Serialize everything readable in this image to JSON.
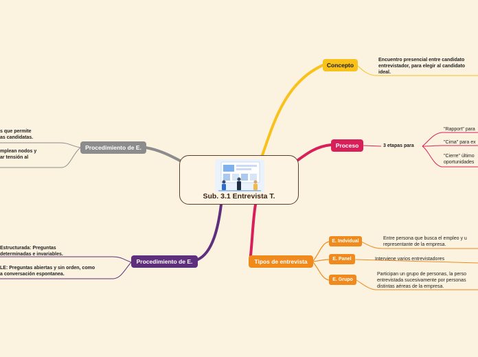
{
  "central": {
    "title": "Sub. 3.1 Entrevista T.",
    "illustration": "people-in-front-of-dashboard-illustration"
  },
  "concepto": {
    "label": "Concepto",
    "color": "#f8c21b",
    "text": [
      "Encuentro presencial entre candidato",
      "entrevistador, para elegir al candidato",
      "ideal."
    ]
  },
  "proceso": {
    "label": "Proceso",
    "color": "#d81f5a",
    "sublabel": "3 etapas para",
    "stages": [
      "\"Rapport\" para",
      "\"Cima\" para ex",
      "\"Cierre\" último",
      "oportunidades"
    ]
  },
  "tipos": {
    "label": "Tipos de entrevista",
    "color": "#f08a1c",
    "items": [
      {
        "label": "E. Indvidual",
        "text": [
          "Entre persona que busca el empleo y u",
          "representante de la empresa."
        ]
      },
      {
        "label": "E. Panel",
        "text": [
          "Interviene varios entrevistadores"
        ]
      },
      {
        "label": "E. Grupo",
        "text": [
          "Participan un grupo de personas, la perso",
          "entrevistada sucesivamente por personas",
          "distintas aéreas de la empresa."
        ]
      }
    ]
  },
  "proc_gray": {
    "label": "Procedimiento de E.",
    "color": "#8c8c8c",
    "texts": [
      [
        "s que permite",
        "as candidatas."
      ],
      [
        "mplean nodos y",
        "ar tensión al"
      ]
    ]
  },
  "proc_purple": {
    "label": "Procedimiento de E.",
    "color": "#5e2f7c",
    "texts": [
      [
        "Estructurada: Preguntas",
        "determinadas e invariables."
      ],
      [
        "LE: Preguntas abiertas y sin orden, como",
        "a conversación espontanea."
      ]
    ]
  }
}
